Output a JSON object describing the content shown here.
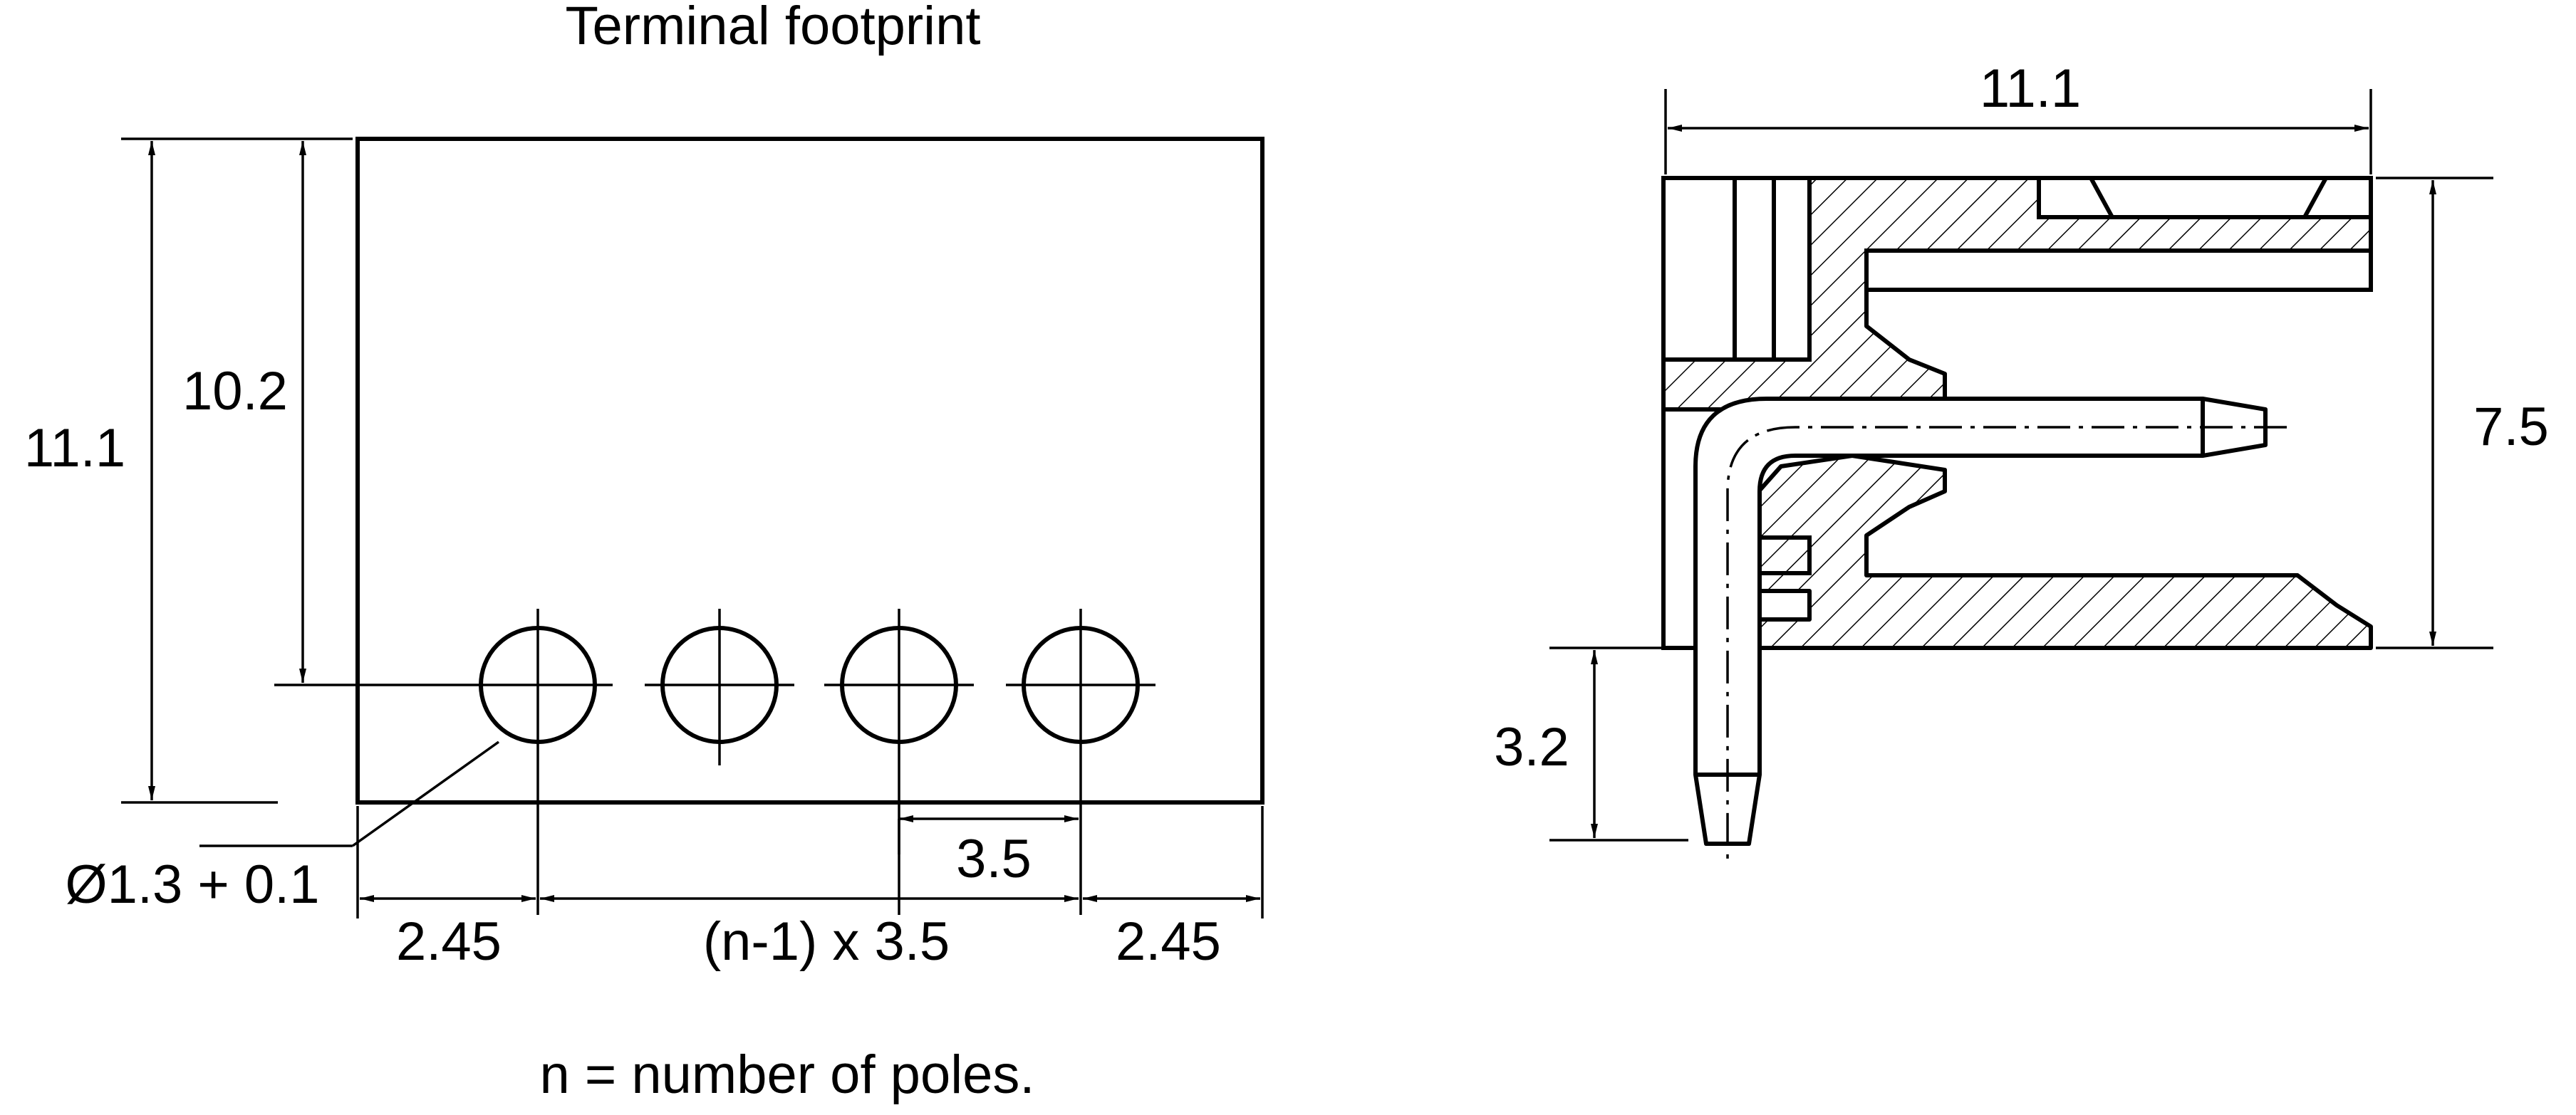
{
  "footprint": {
    "title": "Terminal footprint",
    "dim_height_total": "11.1",
    "dim_height_hole": "10.2",
    "hole_diameter": "Ø1.3 + 0.1",
    "dim_pitch": "3.5",
    "dim_left_margin": "2.45",
    "dim_pitch_total": "(n-1) x 3.5",
    "dim_right_margin": "2.45",
    "note": "n = number of poles."
  },
  "side_view": {
    "dim_depth": "11.1",
    "dim_height": "7.5",
    "dim_pin_length": "3.2"
  }
}
